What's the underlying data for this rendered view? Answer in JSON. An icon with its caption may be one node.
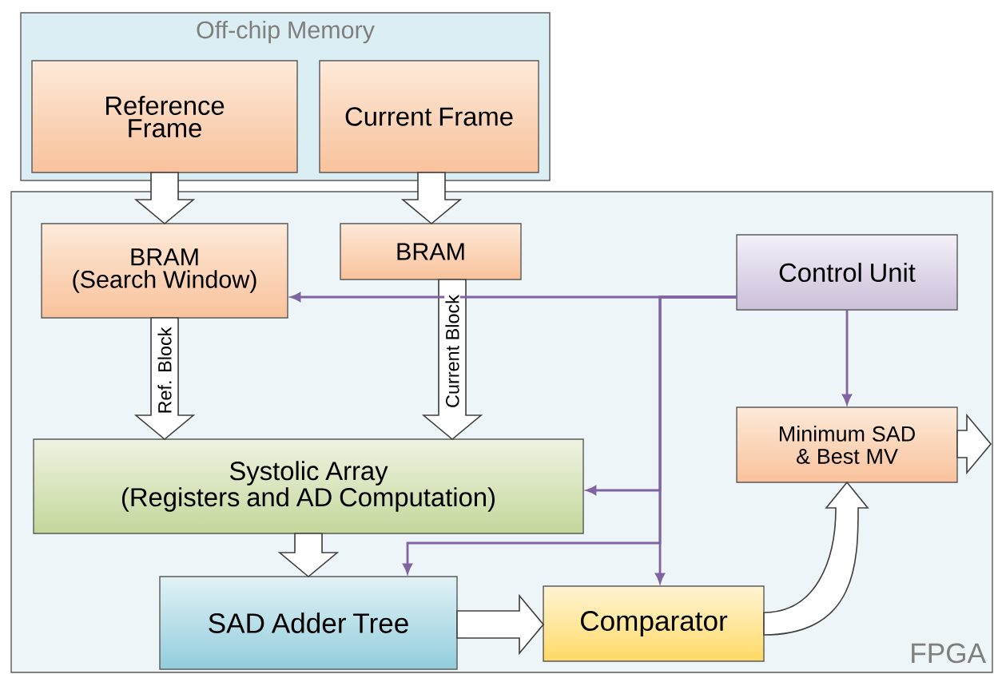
{
  "diagram": {
    "nodes": [
      {
        "text": [
          "Off-chip Memory"
        ]
      },
      {
        "text": [
          "Reference Frame"
        ],
        "in": 0
      },
      {
        "text": [
          "Current Frame"
        ],
        "in": 0
      },
      {
        "text": [
          "FPGA"
        ]
      },
      {
        "text": [
          "BRAM",
          "(Search Window)"
        ],
        "in": 3
      },
      {
        "text": [
          "BRAM"
        ],
        "in": 3
      },
      {
        "text": [
          "Control Unit"
        ],
        "in": 3
      },
      {
        "text": [
          "Minimum SAD & Best MV"
        ],
        "in": 3
      },
      {
        "text": [
          "Systolic Array",
          "(Registers and AD Computation)"
        ],
        "in": 3
      },
      {
        "text": [
          "SAD Adder Tree"
        ],
        "in": 3
      },
      {
        "text": [
          "Comparator"
        ],
        "in": 3
      }
    ],
    "edges": [
      {
        "from": 1,
        "to": 4,
        "arrow": "to",
        "style": "thick"
      },
      {
        "from": 2,
        "to": 5,
        "arrow": "to",
        "style": "thick"
      },
      {
        "from": 4,
        "to": 8,
        "arrow": "to",
        "style": "thick",
        "label": "Ref. Block"
      },
      {
        "from": 5,
        "to": 8,
        "arrow": "to",
        "style": "thick",
        "label": "Current Block"
      },
      {
        "from": 8,
        "to": 9,
        "arrow": "to",
        "style": "thick"
      },
      {
        "from": 9,
        "to": 10,
        "arrow": "to",
        "style": "thick"
      },
      {
        "from": 10,
        "to": 7,
        "arrow": "to",
        "style": "thick"
      },
      {
        "from": 7,
        "to": null,
        "arrow": "to",
        "style": "thick"
      },
      {
        "from": 6,
        "to": 4,
        "arrow": "to",
        "color": "#8064a2"
      },
      {
        "from": 6,
        "to": 8,
        "arrow": "to",
        "color": "#8064a2"
      },
      {
        "from": 6,
        "to": 9,
        "arrow": "to",
        "color": "#8064a2"
      },
      {
        "from": 6,
        "to": 10,
        "arrow": "to",
        "color": "#8064a2"
      },
      {
        "from": 6,
        "to": 7,
        "arrow": "to",
        "color": "#8064a2"
      }
    ]
  }
}
